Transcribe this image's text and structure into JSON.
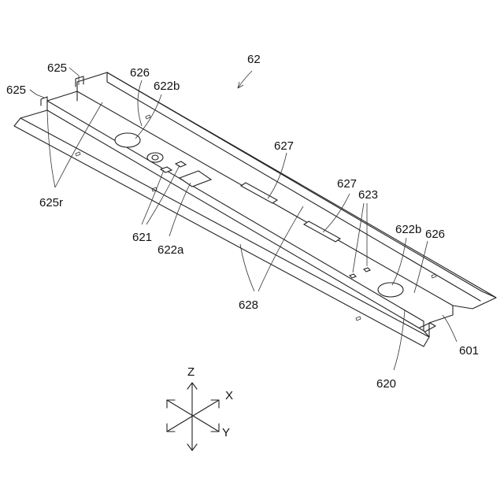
{
  "figure": {
    "assembly_label": "62",
    "labels": {
      "l625a": "625",
      "l625b": "625",
      "l625r": "625r",
      "l626a": "626",
      "l622b_a": "622b",
      "l621": "621",
      "l622a": "622a",
      "l628": "628",
      "l627a": "627",
      "l627b": "627",
      "l623": "623",
      "l622b_b": "622b",
      "l626b": "626",
      "l601": "601",
      "l620": "620"
    },
    "axes": {
      "z": "Z",
      "x": "X",
      "y": "Y"
    }
  }
}
